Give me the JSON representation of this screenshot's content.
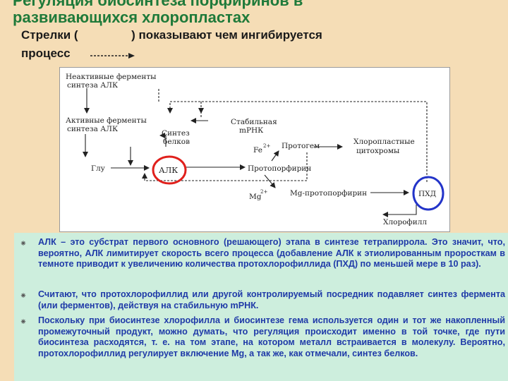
{
  "header": {
    "title_line1": "Регуляция биосинтеза порфиринов в",
    "title_line2": "развивающихся хлоропластах",
    "subtitle_line1": "Стрелки (                ) показывают чем ингибируется",
    "subtitle_line2": "процесс"
  },
  "diagram": {
    "labels": {
      "inactive_enzymes_1": "Неактивные ферменты",
      "inactive_enzymes_2": "синтеза АЛК",
      "active_enzymes_1": "Активные ферменты",
      "active_enzymes_2": "синтеза АЛК",
      "protein_synthesis_1": "Синтез",
      "protein_synthesis_2": "белков",
      "stable_mrna_1": "Стабильная",
      "stable_mrna_2": "mРНК",
      "fe": "Fe",
      "fe_charge": "2+",
      "protoheme": "Протогем",
      "chloroplast_cyt_1": "Хлоропластные",
      "chloroplast_cyt_2": "цитохромы",
      "glu": "Глу",
      "alk": "АЛК",
      "protoporphyrin": "Протопорфирин",
      "mg": "Mg",
      "mg_charge": "2+",
      "mg_protoporphyrin": "Mg-протопорфирин",
      "pchd": "ПХД",
      "chlorophyll": "Хлорофилл"
    },
    "highlight_color": "#e0201c"
  },
  "notes": {
    "bullet_symbol": "⁕",
    "items": [
      "АЛК – это субстрат первого основного (решающего) этапа в синтезе тетрапиррола. Это значит, что, вероятно, АЛК лимитирует скорость всего процесса (добавление АЛК к этиолированным проросткам в темноте приводит к увеличению количества протохлорофиллида (ПХД) по меньшей мере в 10 раз).",
      "Считают, что протохлорофиллид или другой контролируемый посредник подавляет синтез фермента (или ферментов), действуя на стабильную mРНК.",
      "Поскольку при биосинтезе хлорофилла и биосинтезе гема используется один и тот же накопленный промежуточный продукт, можно думать, что регуляция происходит именно в той точке, где пути биосинтеза расходятся, т. е. на том этапе, на котором металл встраивается в молекулу. Вероятно, протохлорофиллид регулирует включение Mg, а так же, как отмечали, синтез белков."
    ]
  }
}
